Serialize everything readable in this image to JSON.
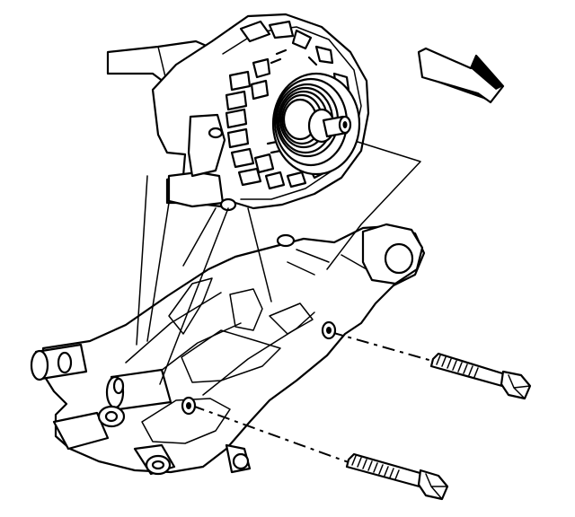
{
  "diagram": {
    "parts": [
      {
        "name": "generator",
        "icon": "alternator-icon"
      },
      {
        "name": "drive-pulley",
        "icon": "pulley-icon"
      },
      {
        "name": "mounting-bracket",
        "icon": "bracket-icon"
      },
      {
        "name": "upper-bolt",
        "icon": "bolt-icon"
      },
      {
        "name": "lower-bolt",
        "icon": "bolt-icon"
      }
    ],
    "direction_arrow": {
      "icon": "arrow-icon",
      "points": "front"
    },
    "colors": {
      "line": "#000000",
      "fill": "#ffffff"
    }
  }
}
